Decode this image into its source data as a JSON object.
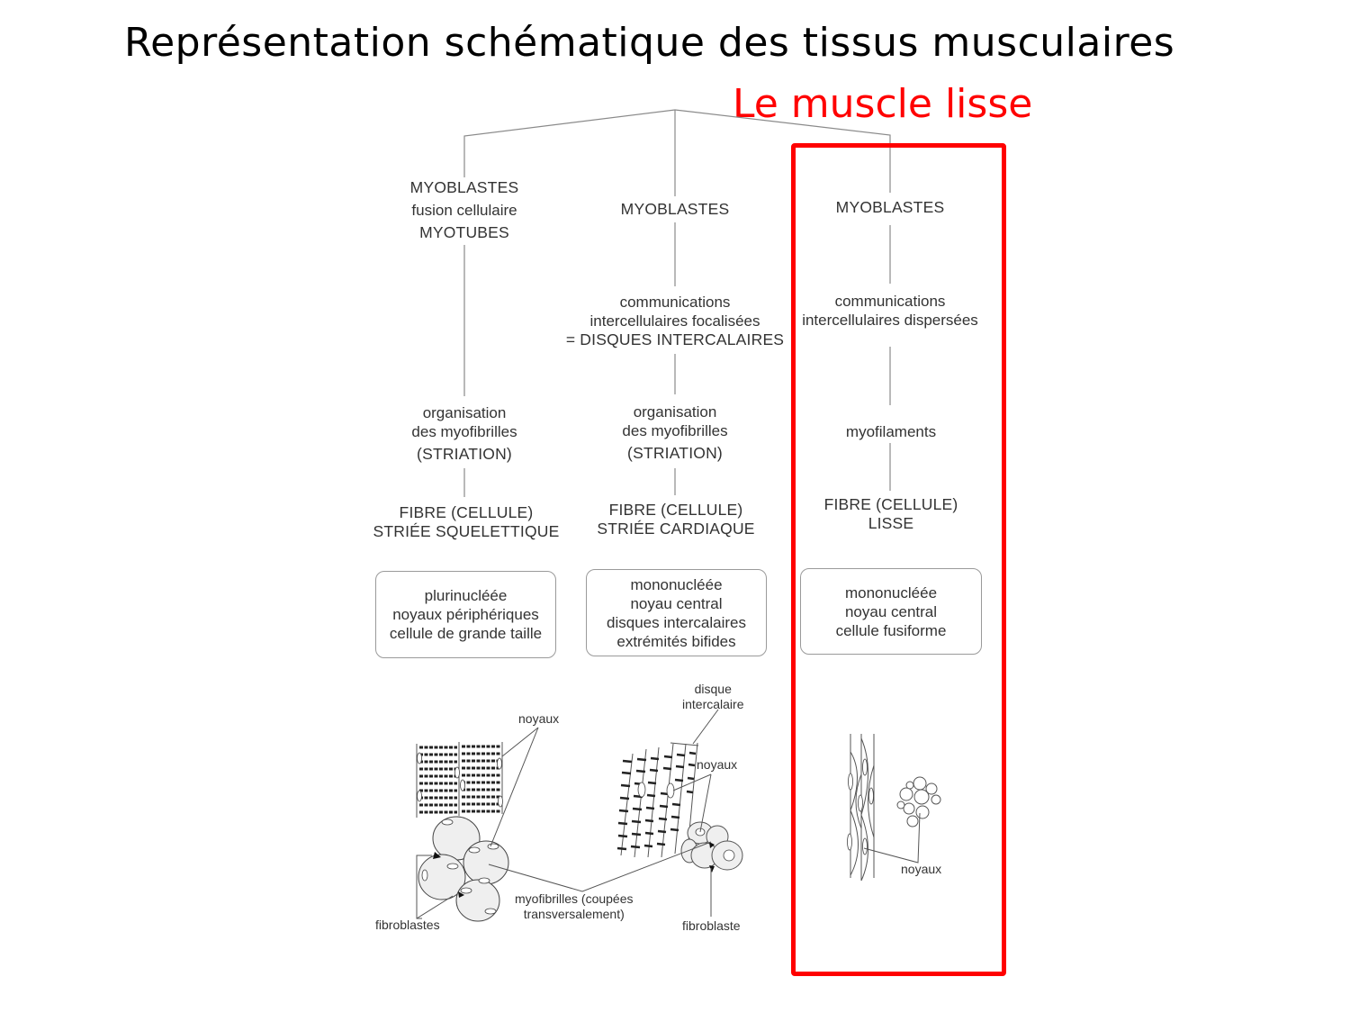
{
  "slide": {
    "title": "Représentation schématique des tissus musculaires",
    "subtitle": "Le muscle lisse",
    "highlight_color": "#ff0000"
  },
  "columns": [
    {
      "id": "squelettique",
      "origin": [
        "MYOBLASTES",
        "fusion cellulaire",
        "MYOTUBES"
      ],
      "stage2": [],
      "stage3": [
        "organisation",
        "des myofibrilles",
        "(STRIATION)"
      ],
      "fibre": [
        "FIBRE (CELLULE)",
        "STRIÉE SQUELETTIQUE"
      ],
      "traits": [
        "plurinucléée",
        "noyaux périphériques",
        "cellule de grande taille"
      ],
      "illustration_labels": {
        "noyaux": "noyaux",
        "fibroblastes": "fibroblastes"
      }
    },
    {
      "id": "cardiaque",
      "origin": [
        "MYOBLASTES"
      ],
      "stage2": [
        "communications",
        "intercellulaires focalisées",
        "= DISQUES INTERCALAIRES"
      ],
      "stage3": [
        "organisation",
        "des myofibrilles",
        "(STRIATION)"
      ],
      "fibre": [
        "FIBRE (CELLULE)",
        "STRIÉE CARDIAQUE"
      ],
      "traits": [
        "mononucléée",
        "noyau central",
        "disques intercalaires",
        "extrémités bifides"
      ],
      "illustration_labels": {
        "disque": [
          "disque",
          "intercalaire"
        ],
        "noyaux": "noyaux",
        "fibroblaste": "fibroblaste"
      }
    },
    {
      "id": "lisse",
      "origin": [
        "MYOBLASTES"
      ],
      "stage2": [
        "communications",
        "intercellulaires dispersées"
      ],
      "stage3": [
        "myofilaments"
      ],
      "fibre": [
        "FIBRE (CELLULE)",
        "LISSE"
      ],
      "traits": [
        "mononucléée",
        "noyau central",
        "cellule fusiforme"
      ],
      "illustration_labels": {
        "noyaux": "noyaux"
      }
    }
  ],
  "shared_labels": {
    "myofibrilles": [
      "myofibrilles (coupées",
      "transversalement)"
    ]
  }
}
